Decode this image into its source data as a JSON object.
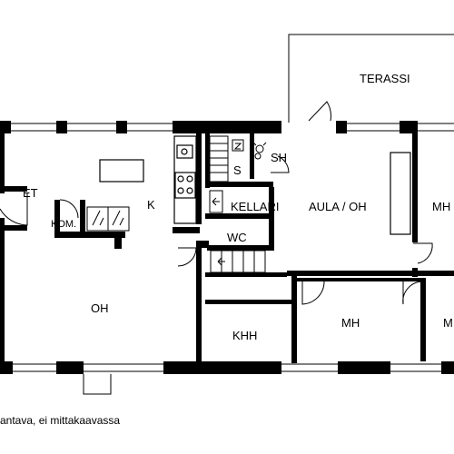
{
  "rooms": {
    "terassi": "TERASSI",
    "et": "ET",
    "kitchen": "K",
    "komero": "KOM.",
    "sauna": "S",
    "shower": "SH",
    "cellar": "KELLARI",
    "hall": "AULA / OH",
    "bedroom_right": "MH",
    "wc": "WC",
    "living": "OH",
    "utility": "KHH",
    "bedroom_bottom": "MH",
    "bedroom_corner": "M"
  },
  "caption": "antava, ei mittakaavassa"
}
